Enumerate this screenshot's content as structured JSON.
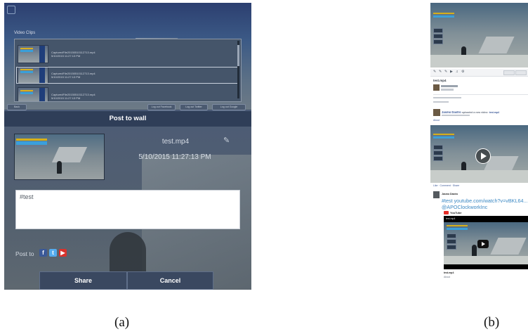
{
  "panel_a": {
    "video_clips": {
      "title": "Video Clips",
      "items": [
        {
          "name": "CapturedFile20150510112713.mp4",
          "date": "5/10/2015 11:27:13 PM"
        },
        {
          "name": "CapturedFile20150510112713.mp4",
          "date": "5/10/2015 11:27:13 PM"
        },
        {
          "name": "CapturedFile20150510112713.mp4",
          "date": "5/10/2015 11:27:13 PM"
        }
      ],
      "buttons": {
        "back": "Back",
        "facebook": "Log out Facebook",
        "twitter": "Log out Twitter",
        "google": "Log out Google"
      }
    },
    "post_to_wall": {
      "title": "Post to wall",
      "filename": "test.mp4",
      "date": "5/10/2015 11:27:13 PM",
      "edit_icon": "pencil-icon",
      "message": "#test",
      "post_to_label": "Post to",
      "social_icons": [
        "facebook-icon",
        "twitter-icon",
        "youtube-icon"
      ],
      "share_label": "Share",
      "cancel_label": "Cancel"
    },
    "colors": {
      "facebook": "#3b5998",
      "twitter": "#55acee",
      "youtube": "#d8322c"
    }
  },
  "panel_b": {
    "video_title": "test.mp4",
    "facebook_post": {
      "author": "Jasmo Dastro",
      "action": "uploaded a new video:",
      "video": "test.mp4",
      "link_label": "About",
      "actions": "Like · Comment · Share"
    },
    "twitter_post": {
      "author": "Jasmo Dastro",
      "link": "#test youtube.com/watch?v=vBKL64... @APOClockworkInc",
      "source": "YouTube",
      "embed_title": "test.mp4",
      "footer_title": "test.mp4",
      "footer_sub": "About"
    }
  },
  "captions": {
    "a": "(a)",
    "b": "(b)"
  }
}
